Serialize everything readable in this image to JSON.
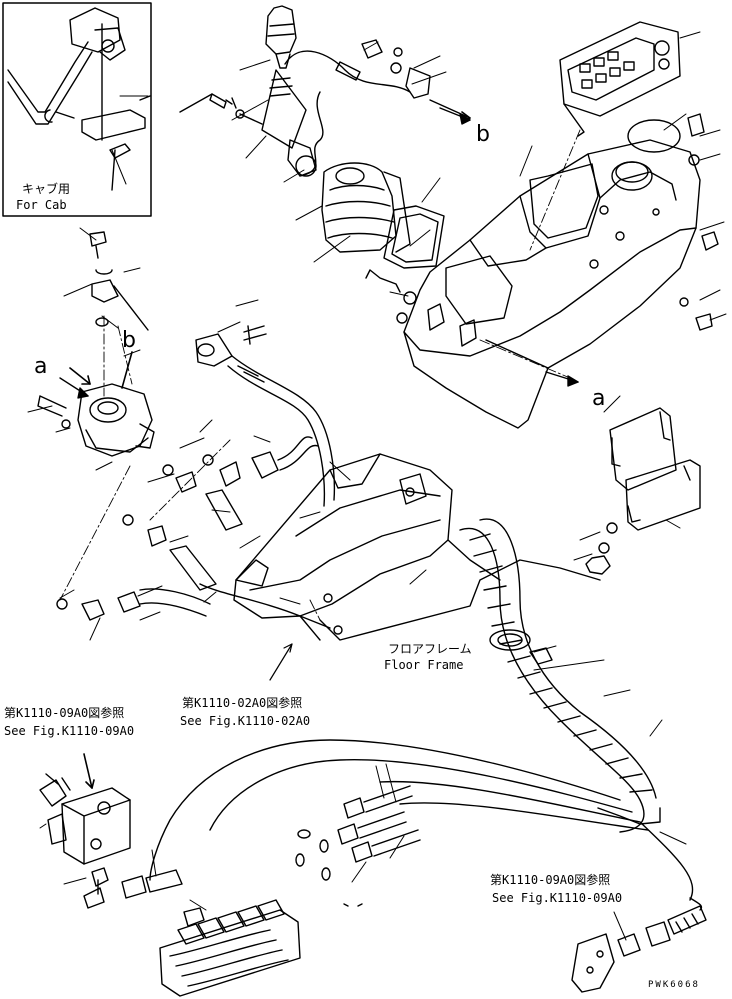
{
  "labels": {
    "for_cab_jp": "キャブ用",
    "for_cab_en": "For Cab",
    "floor_frame_jp": "フロアフレーム",
    "floor_frame_en": "Floor Frame",
    "ref_02a0_jp": "第K1110-02A0図参照",
    "ref_02a0_en": "See Fig.K1110-02A0",
    "ref_09a0_left_jp": "第K1110-09A0図参照",
    "ref_09a0_left_en": "See Fig.K1110-09A0",
    "ref_09a0_right_jp": "第K1110-09A0図参照",
    "ref_09a0_right_en": "See Fig.K1110-09A0",
    "letter_a_left": "a",
    "letter_a_right": "a",
    "letter_b_left": "b",
    "letter_b_right": "b",
    "drawing_code": "PWK6068"
  },
  "colors": {
    "ink": "#000000",
    "paper": "#ffffff"
  }
}
